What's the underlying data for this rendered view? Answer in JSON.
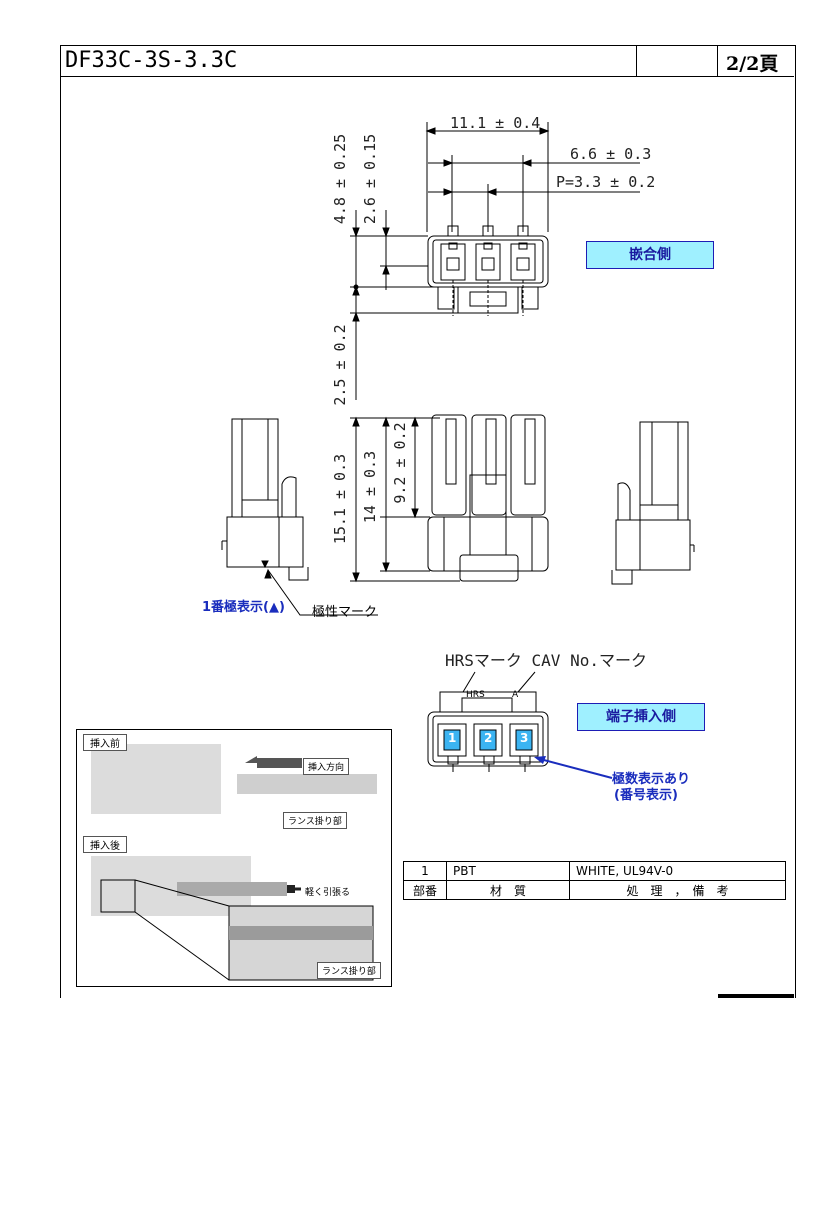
{
  "title": {
    "part_number": "DF33C-3S-3.3C",
    "page": "2/2頁"
  },
  "dimensions": {
    "top_width": "11.1 ± 0.4",
    "inner_width": "6.6 ± 0.3",
    "pitch": "P=3.3 ± 0.2",
    "height_a": "4.8 ± 0.25",
    "height_b": "2.6 ± 0.15",
    "height_c": "2.5 ± 0.2",
    "front_height": "15.1 ± 0.3",
    "front_body": "14 ± 0.3",
    "front_upper": "9.2 ± 0.2"
  },
  "labels": {
    "mating_side": "嵌合側",
    "terminal_insertion_side": "端子挿入側",
    "pin1_indicator": "1番極表示(▲)",
    "polarity_mark": "極性マーク",
    "marks_caption": "HRSマーク CAV No.マーク",
    "pole_numbers_note_1": "極数表示あり",
    "pole_numbers_note_2": "(番号表示)",
    "hrs": "HRS",
    "cav": "A",
    "cavity_numbers": [
      "1",
      "2",
      "3"
    ]
  },
  "photo": {
    "before": "挿入前",
    "after": "挿入後",
    "direction": "挿入方向",
    "lance_1": "ランス掛り部",
    "pull": "軽く引張る",
    "lance_2": "ランス掛り部"
  },
  "parts_table": {
    "row": {
      "no": "1",
      "material": "PBT",
      "treatment": "WHITE, UL94V-0"
    },
    "header": {
      "no": "部番",
      "material": "材　質",
      "treatment": "処　理　，　備　考"
    }
  }
}
